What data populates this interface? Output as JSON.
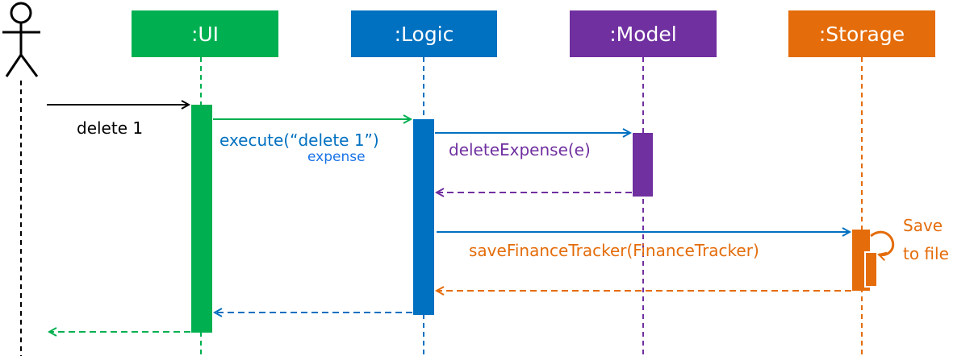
{
  "colors": {
    "ui": "#00b050",
    "logic": "#0070c0",
    "model": "#7030a0",
    "storage": "#e46c0a",
    "actor": "#000000",
    "expense_note": "#1a73e8"
  },
  "lifelines": {
    "ui": ":UI",
    "logic": ":Logic",
    "model": ":Model",
    "storage": ":Storage"
  },
  "messages": {
    "user_call": "delete 1",
    "execute": "execute(“delete 1”)",
    "expense": "expense",
    "delete_expense": "deleteExpense(e)",
    "save_finance_tracker": "saveFinanceTracker(FinanceTracker)",
    "save_to_file_line1": "Save",
    "save_to_file_line2": "to file"
  }
}
